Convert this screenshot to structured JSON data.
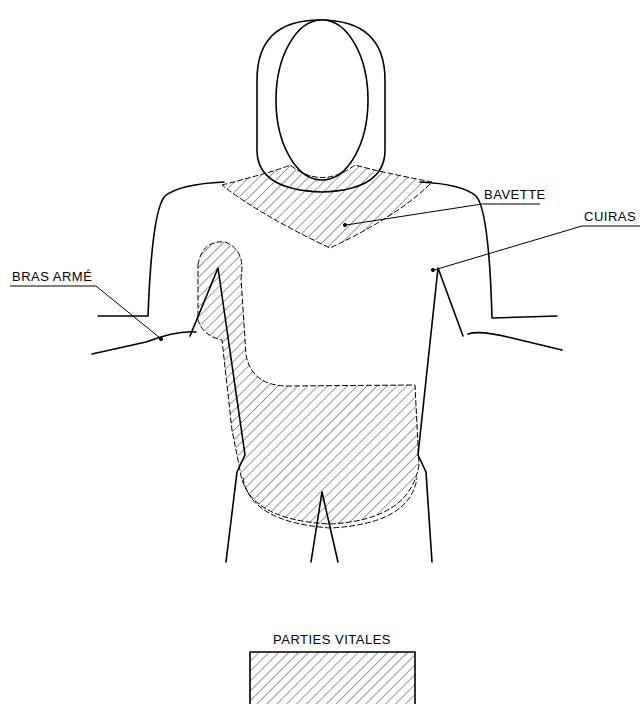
{
  "diagram": {
    "labels": [
      "BAVETTE",
      "CUIRAS",
      "BRAS ARMÉ"
    ],
    "legend": [
      {
        "text": "PARTIES VITALES"
      }
    ]
  }
}
